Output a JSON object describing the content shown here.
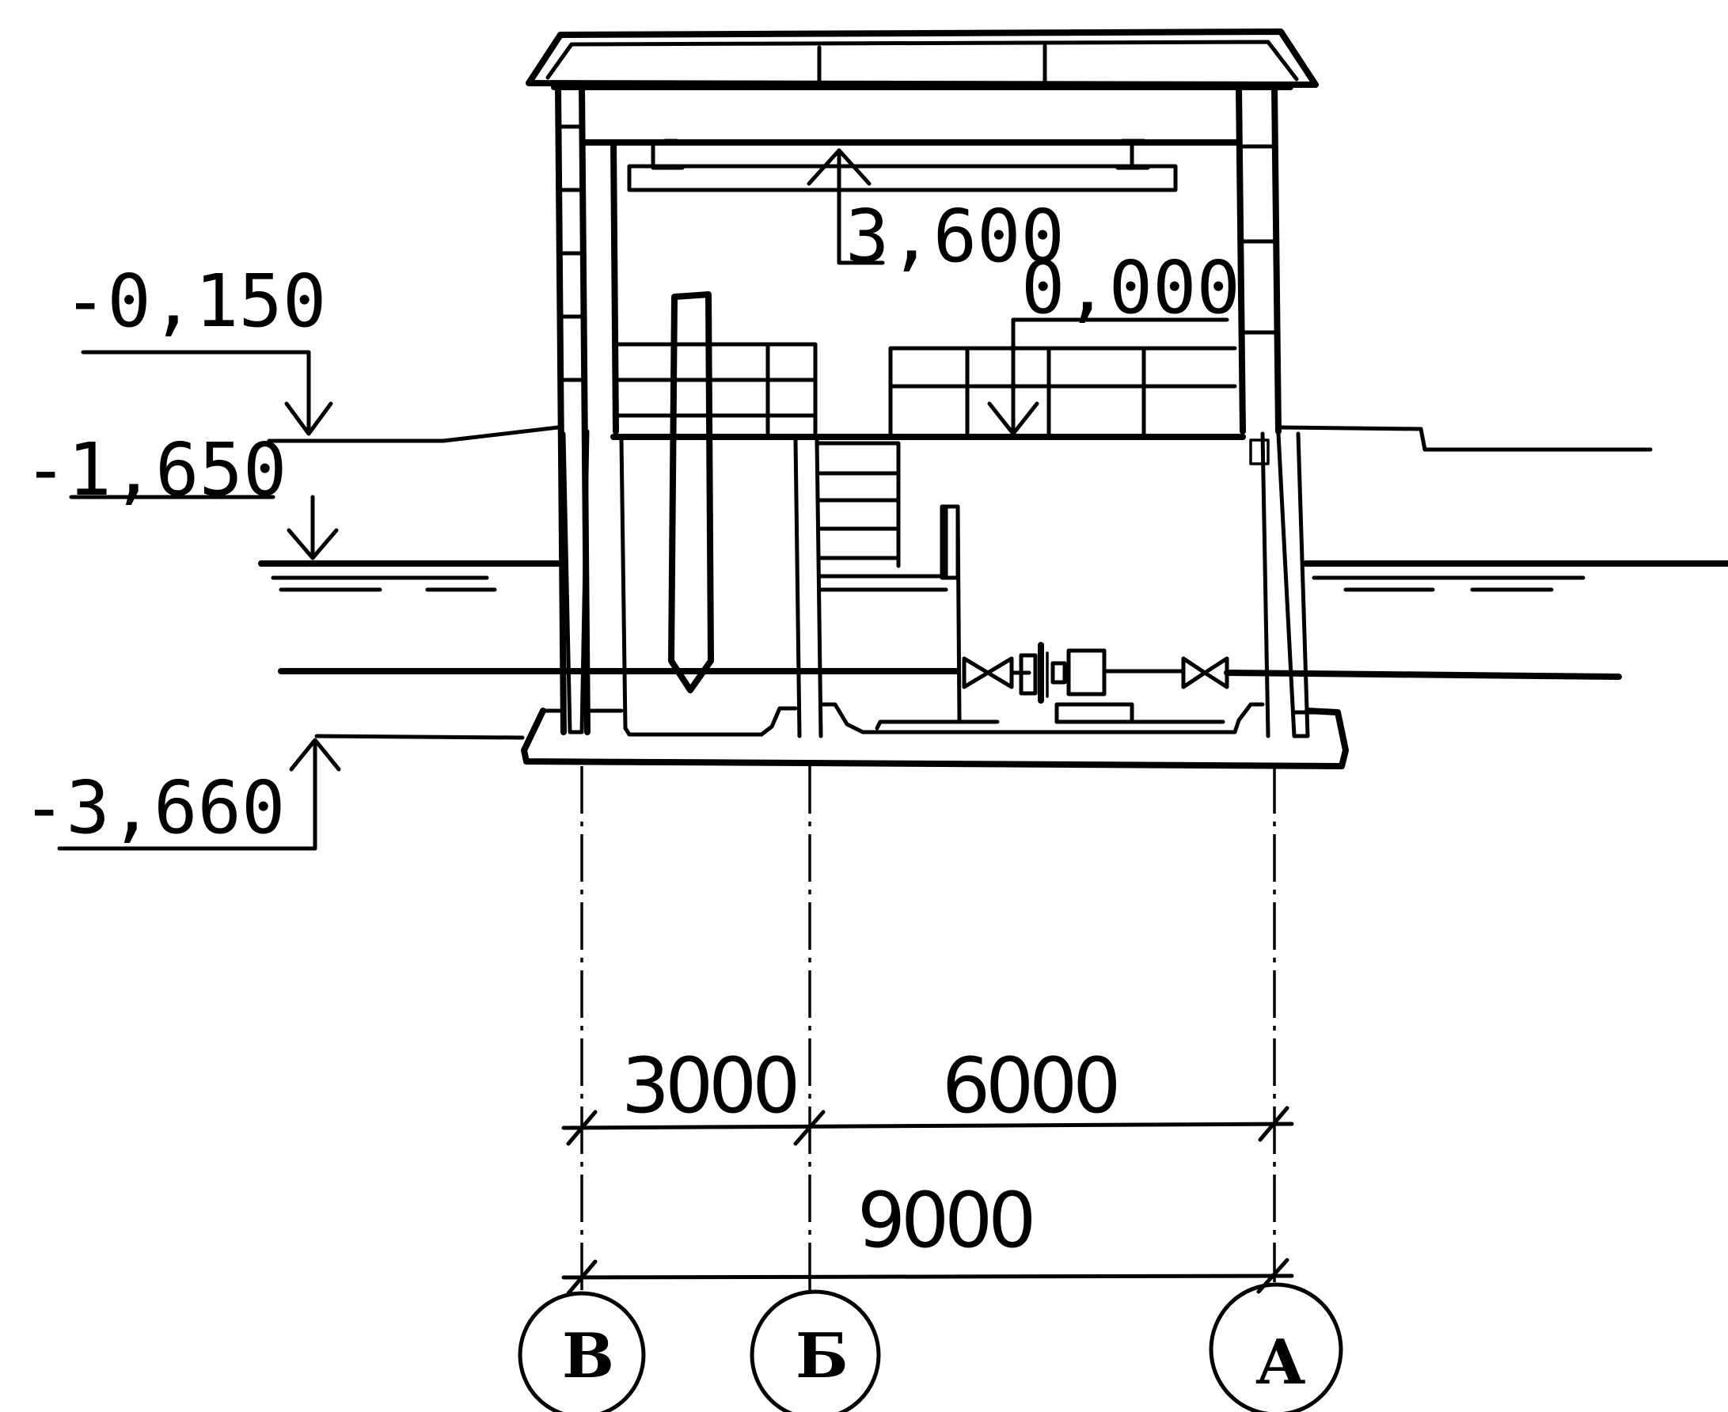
{
  "elevations": {
    "top_crane": "3,600",
    "floor": "0,000",
    "ground": "-0,150",
    "water": "-1,650",
    "bottom": "-3,660"
  },
  "dimensions": {
    "span_left": "3000",
    "span_right": "6000",
    "span_total": "9000"
  },
  "axes": {
    "left": "В",
    "middle": "Б",
    "right": "А"
  }
}
